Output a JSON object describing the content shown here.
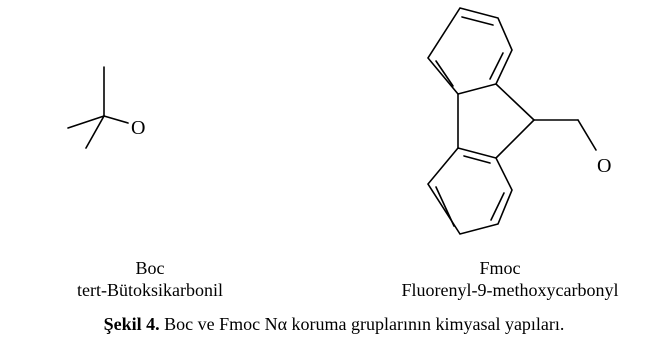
{
  "structures": {
    "boc": {
      "atom_label": "O",
      "abbreviation": "Boc",
      "name": "tert-Bütoksikarbonil"
    },
    "fmoc": {
      "atom_label": "O",
      "abbreviation": "Fmoc",
      "name": "Fluorenyl-9-methoxycarbonyl"
    }
  },
  "caption": {
    "label": "Şekil 4.",
    "text": " Boc ve Fmoc Nα koruma gruplarının kimyasal yapıları."
  }
}
